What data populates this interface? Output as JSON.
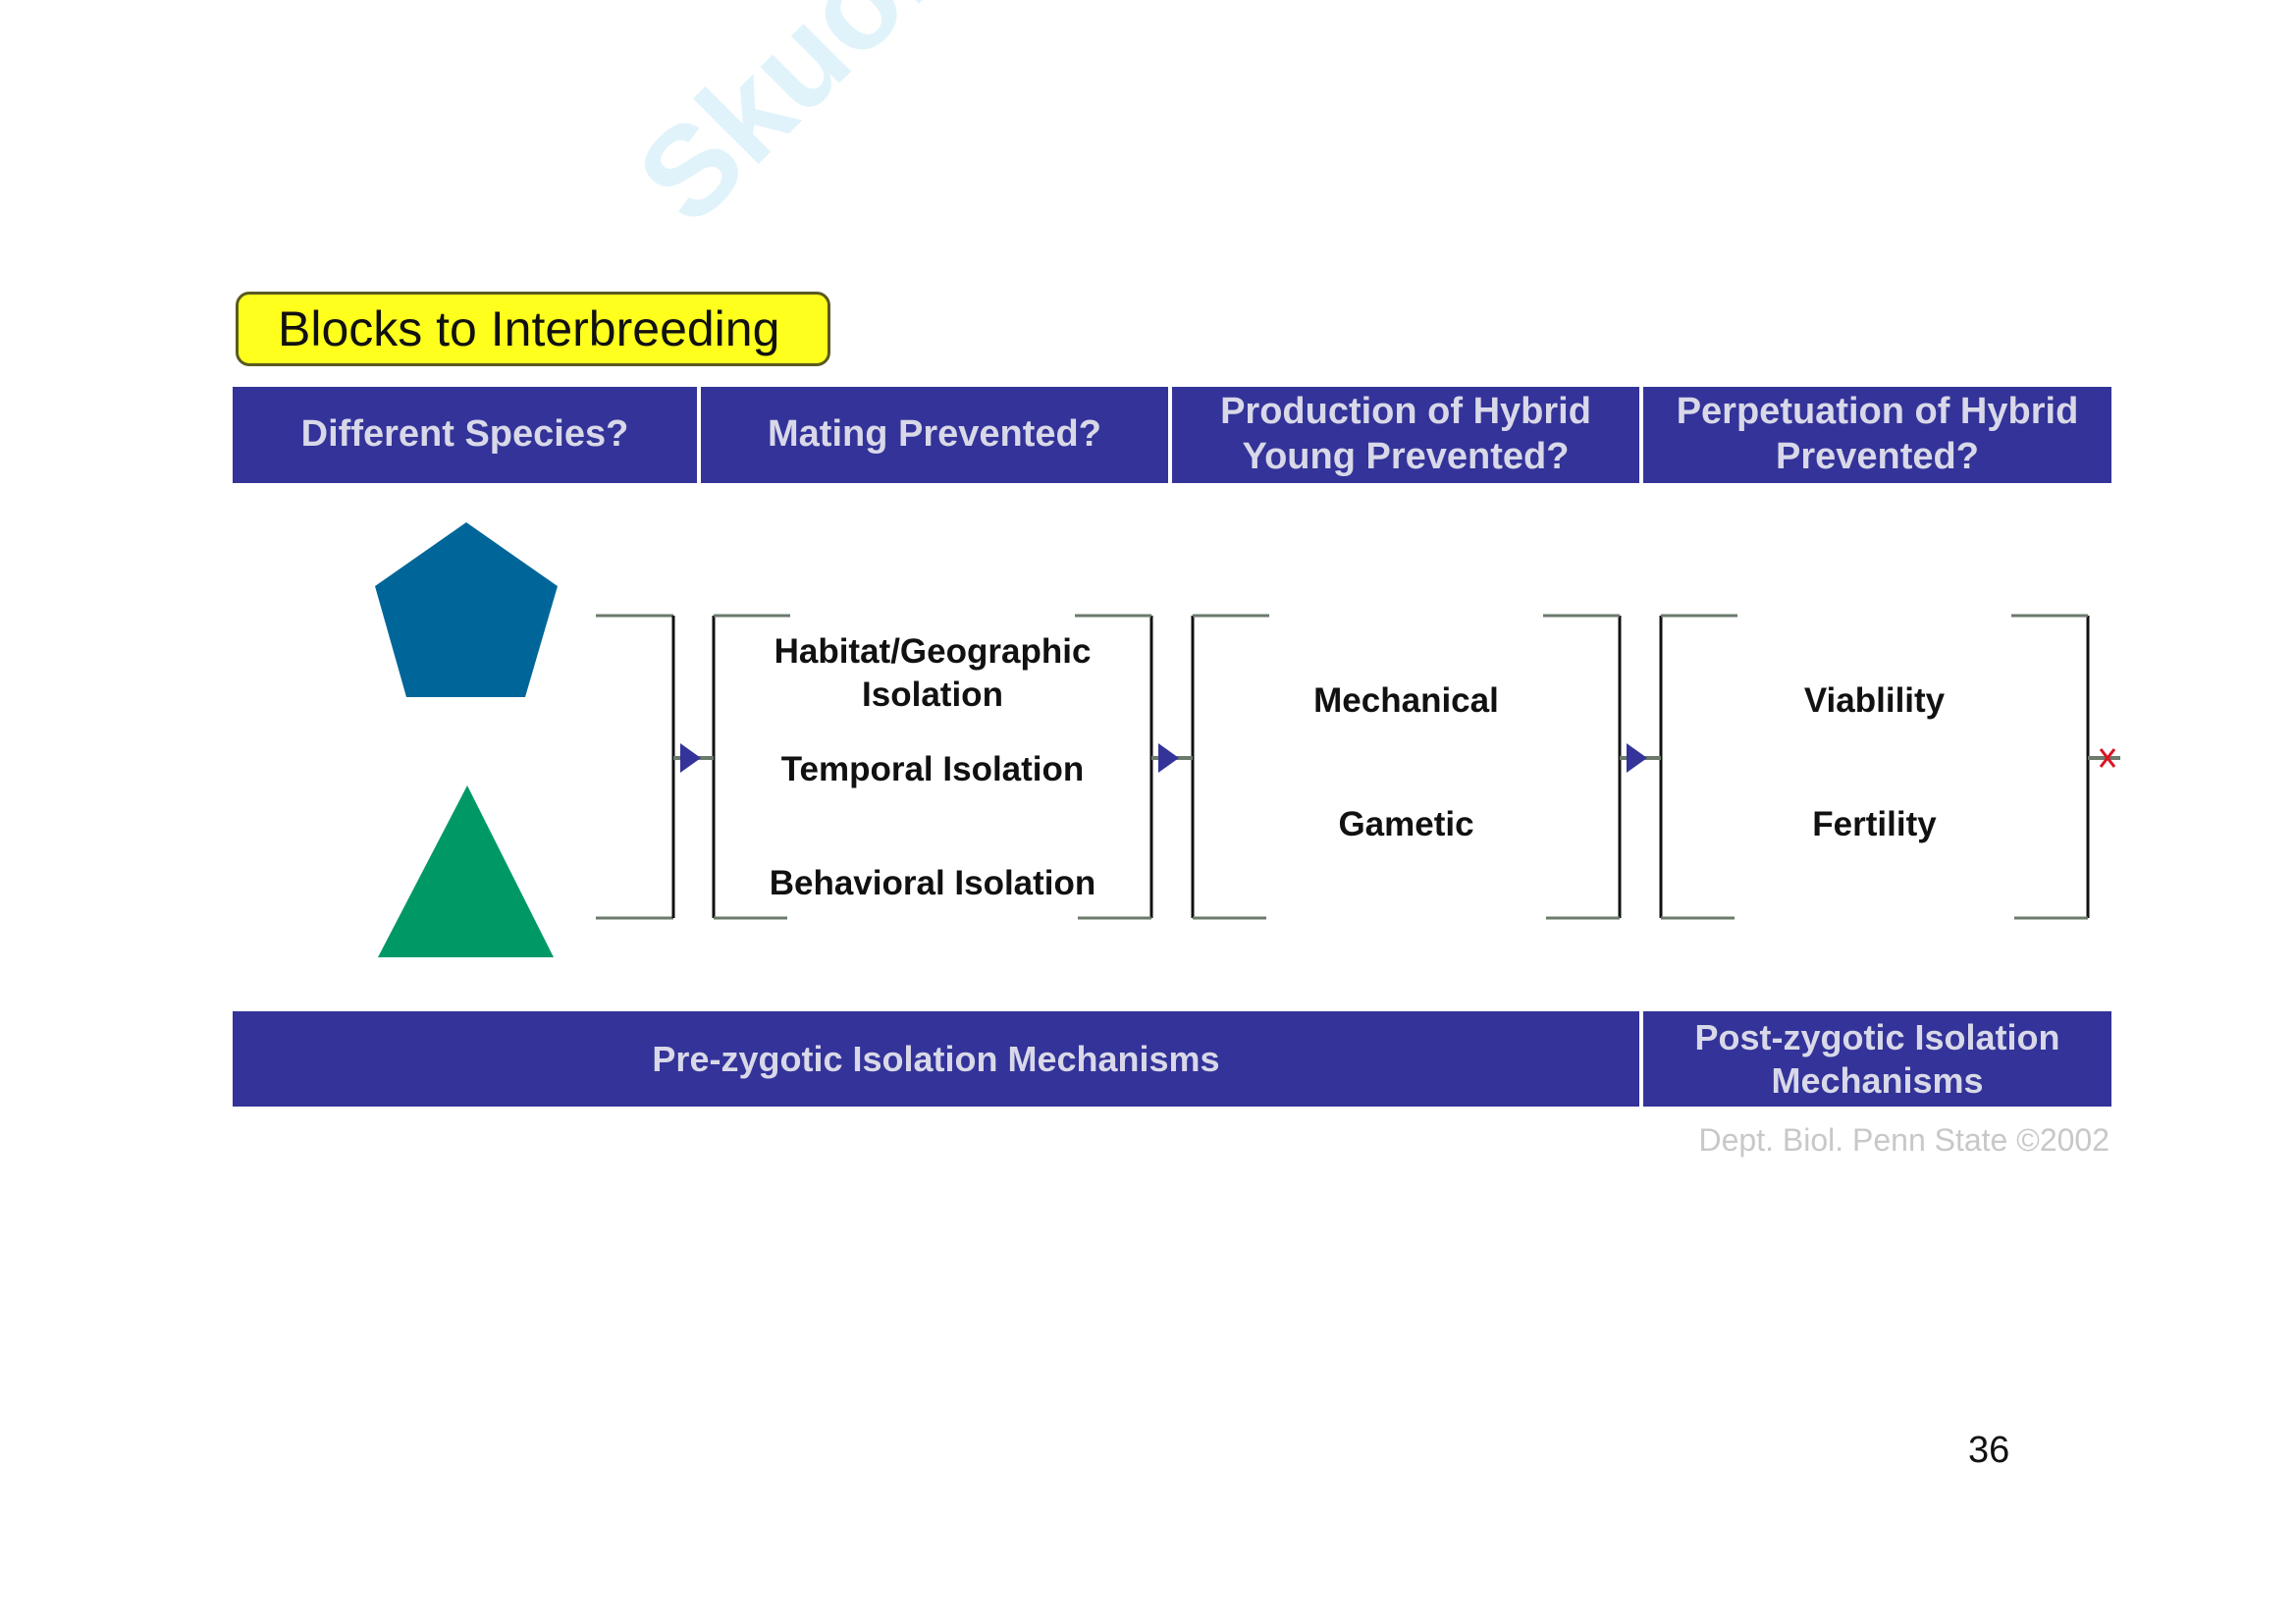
{
  "title": "Blocks to Interbreeding",
  "headers": [
    "Different Species?",
    "Mating Prevented?",
    "Production of Hybrid Young Prevented?",
    "Perpetuation of Hybrid Prevented?"
  ],
  "mating_box": {
    "items": [
      "Habitat/Geographic Isolation",
      "Temporal Isolation",
      "Behavioral Isolation"
    ]
  },
  "hybrid_box": {
    "items": [
      "Mechanical",
      "Gametic"
    ]
  },
  "perpetuation_box": {
    "items": [
      "Viablility",
      "Fertility"
    ]
  },
  "footer_bands": {
    "pre": "Pre-zygotic Isolation Mechanisms",
    "post": "Post-zygotic Isolation Mechanisms"
  },
  "credit": "Dept. Biol. Penn State ©2002",
  "page_number": "36",
  "watermark": "Skuola.net",
  "colors": {
    "band": "#333399",
    "title_bg": "#ffff1e",
    "pentagon": "#006699",
    "triangle": "#009966",
    "arrow": "#333399",
    "blocked": "#dd1122"
  }
}
